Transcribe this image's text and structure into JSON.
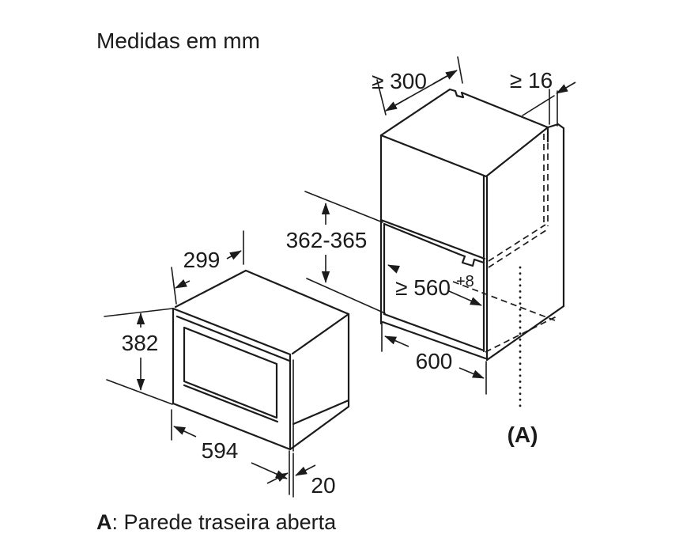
{
  "title": "Medidas em mm",
  "footnote": {
    "key": "A",
    "rest": ": Parede traseira aberta"
  },
  "labels": {
    "appliance_depth": "299",
    "appliance_height": "382",
    "appliance_width": "594",
    "door_protrusion": "20",
    "min_top_depth": "≥ 300",
    "min_side_thickness": "≥ 16",
    "niche_height_range": "362-365",
    "min_niche_width": "≥ 560",
    "niche_width_tolerance": "+8",
    "cabinet_width": "600",
    "open_back_marker": "(A)"
  },
  "style": {
    "line_color": "#1b1b1b",
    "background": "#ffffff"
  }
}
